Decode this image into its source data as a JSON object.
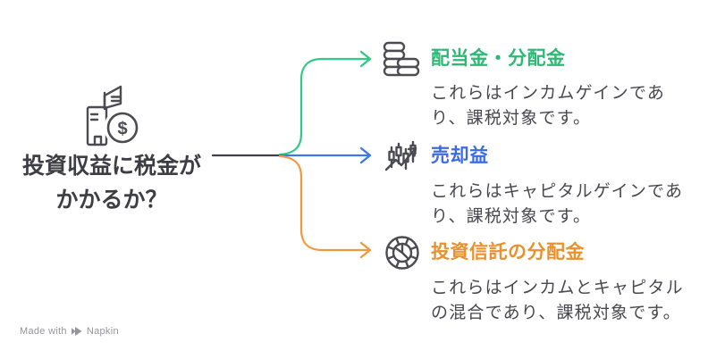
{
  "root": {
    "icon": "bank-dollar-icon",
    "title_lines": [
      "投資収益に税金が",
      "かかるか？"
    ],
    "dollar_symbol": "$",
    "text_color": "#3d3d44"
  },
  "branches": [
    {
      "id": "dividends",
      "icon": "coin-stack-icon",
      "label": "配当金・分配金",
      "accent_color": "#2eb875",
      "line_color": "#30c985",
      "desc_lines": [
        "これらはインカムゲインであ",
        "り、課税対象です。"
      ]
    },
    {
      "id": "capital-gains",
      "icon": "candlestick-chart-icon",
      "label": "売却益",
      "accent_color": "#3b6be4",
      "line_color": "#3e78e8",
      "desc_lines": [
        "これらはキャピタルゲインであ",
        "り、課税対象です。"
      ]
    },
    {
      "id": "fund-distributions",
      "icon": "segmented-wheel-icon",
      "label": "投資信託の分配金",
      "accent_color": "#e8912d",
      "line_color": "#f09a3e",
      "desc_lines": [
        "これらはインカムとキャピタル",
        "の混合であり、課税対象です。"
      ]
    }
  ],
  "connector": {
    "trunk_color": "#3f3f45"
  },
  "footer": {
    "made_with": "Made with",
    "brand": "Napkin"
  }
}
